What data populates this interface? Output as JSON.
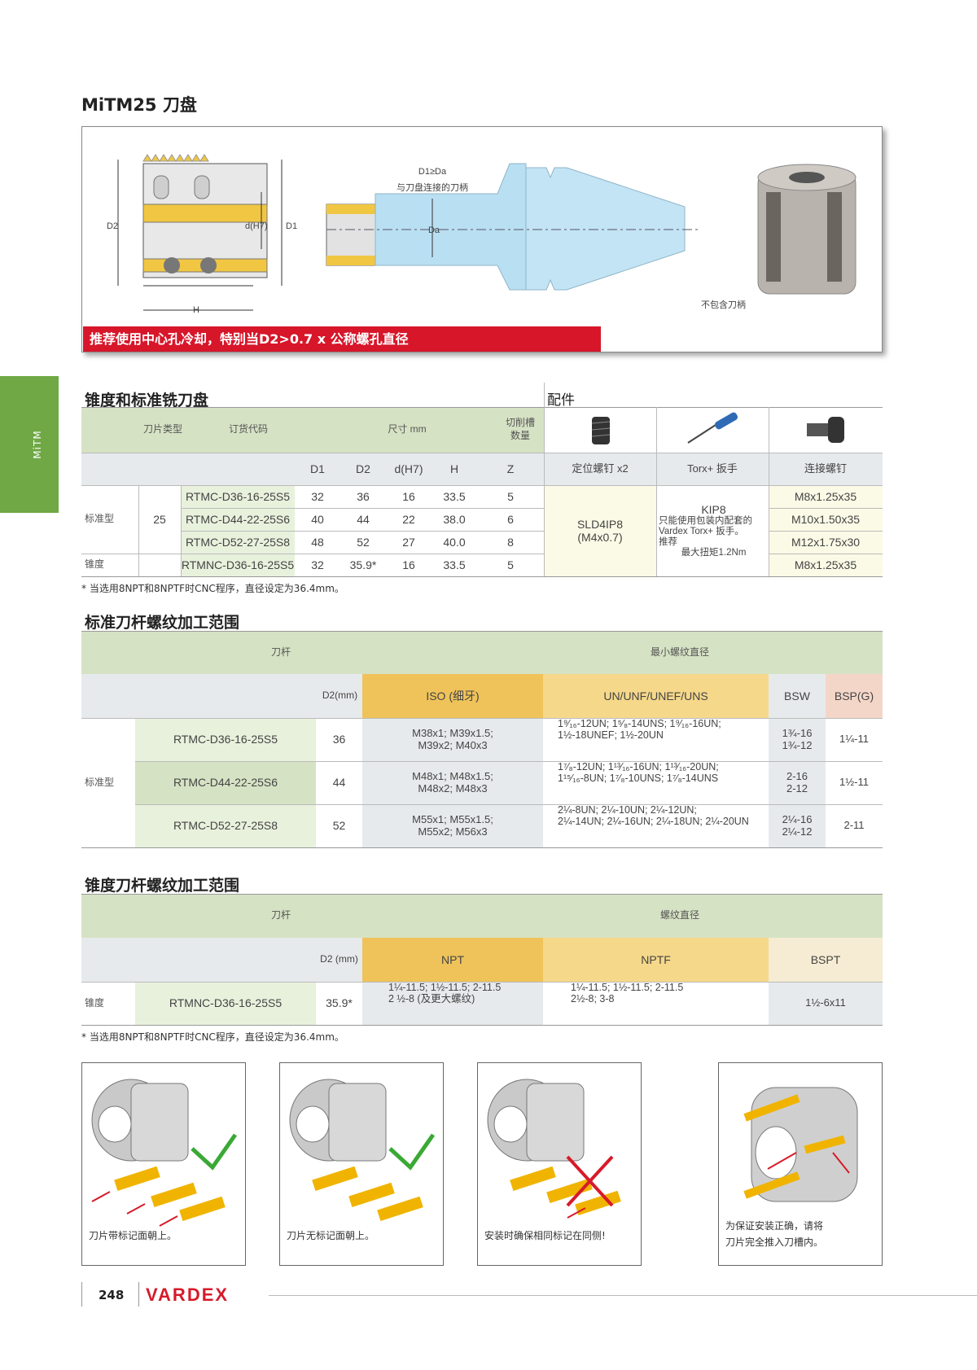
{
  "side_tab": "MiTM",
  "title": "MiTM25 刀盘",
  "diagram": {
    "label_d2": "D2",
    "label_dh7": "d(H7)",
    "label_d1": "D1",
    "label_h": "H",
    "label_d1da": "D1≥Da",
    "label_holder": "与刀盘连接的刀柄",
    "label_da": "Da",
    "label_excl": "不包含刀柄",
    "banner": "推荐使用中心孔冷却，特别当D2>0.7 x 公称螺孔直径"
  },
  "sec1": {
    "title": "锥度和标准铣刀盘",
    "acc_title": "配件",
    "h_insert_type": "刀片类型",
    "h_order": "订货代码",
    "h_dim": "尺寸 mm",
    "h_z1": "切削槽",
    "h_z2": "数量",
    "col_d1": "D1",
    "col_d2": "D2",
    "col_dh7": "d(H7)",
    "col_h": "H",
    "col_z": "Z",
    "acc_col1": "定位螺钉 x2",
    "acc_col2": "Torx+ 扳手",
    "acc_col3": "连接螺钉",
    "type_std": "标准型",
    "type_taper": "锥度",
    "insert": "25",
    "rows": [
      {
        "code": "RTMC-D36-16-25S5",
        "d1": "32",
        "d2": "36",
        "dh7": "16",
        "h": "33.5",
        "z": "5",
        "screw": "M8x1.25x35"
      },
      {
        "code": "RTMC-D44-22-25S6",
        "d1": "40",
        "d2": "44",
        "dh7": "22",
        "h": "38.0",
        "z": "6",
        "screw": "M10x1.50x35"
      },
      {
        "code": "RTMC-D52-27-25S8",
        "d1": "48",
        "d2": "52",
        "dh7": "27",
        "h": "40.0",
        "z": "8",
        "screw": "M12x1.75x30"
      },
      {
        "code": "RTMNC-D36-16-25S5",
        "d1": "32",
        "d2": "35.9*",
        "dh7": "16",
        "h": "33.5",
        "z": "5",
        "screw": "M8x1.25x35"
      }
    ],
    "set_screw": "SLD4IP8",
    "set_screw_sub": "(M4x0.7)",
    "key": "KIP8",
    "key_note1": "只能使用包装内配套的",
    "key_note2": "Vardex Torx+ 扳手。",
    "key_note3": "推荐",
    "key_note4": "最大扭矩1.2Nm",
    "note": "* 当选用8NPT和8NPTF时CNC程序，直径设定为36.4mm。"
  },
  "sec2": {
    "title": "标准刀杆螺纹加工范围",
    "h_holder": "刀杆",
    "h_min": "最小螺纹直径",
    "col_d2": "D2(mm)",
    "col_iso": "ISO (细牙)",
    "col_un": "UN/UNF/UNEF/UNS",
    "col_bsw": "BSW",
    "col_bsp": "BSP(G)",
    "type": "标准型",
    "rows": [
      {
        "code": "RTMC-D36-16-25S5",
        "d2": "36",
        "iso1": "M38x1; M39x1.5;",
        "iso2": "M39x2; M40x3",
        "un1": "1⁹⁄₁₆-12UN; 1⁵⁄₈-14UNS; 1⁹⁄₁₆-16UN;",
        "un2": "1½-18UNEF; 1½-20UN",
        "bsw1": "1¾-16",
        "bsw2": "1¾-12",
        "bsp": "1¼-11"
      },
      {
        "code": "RTMC-D44-22-25S6",
        "d2": "44",
        "iso1": "M48x1; M48x1.5;",
        "iso2": "M48x2; M48x3",
        "un1": "1⁷⁄₈-12UN; 1¹³⁄₁₆-16UN; 1¹³⁄₁₆-20UN;",
        "un2": "1¹⁵⁄₁₆-8UN; 1⁷⁄₈-10UNS; 1⁷⁄₈-14UNS",
        "bsw1": "2-16",
        "bsw2": "2-12",
        "bsp": "1½-11"
      },
      {
        "code": "RTMC-D52-27-25S8",
        "d2": "52",
        "iso1": "M55x1; M55x1.5;",
        "iso2": "M55x2; M56x3",
        "un1": "2¼-8UN;    2¼-10UN; 2¼-12UN;",
        "un2": "2¼-14UN;   2¼-16UN; 2¼-18UN; 2¼-20UN",
        "bsw1": "2¼-16",
        "bsw2": "2¼-12",
        "bsp": "2-11"
      }
    ]
  },
  "sec3": {
    "title": "锥度刀杆螺纹加工范围",
    "h_holder": "刀杆",
    "h_thread": "螺纹直径",
    "col_d2": "D2 (mm)",
    "col_npt": "NPT",
    "col_nptf": "NPTF",
    "col_bspt": "BSPT",
    "type": "锥度",
    "code": "RTMNC-D36-16-25S5",
    "d2": "35.9*",
    "npt1": "1¼-11.5;       1½-11.5; 2-11.5",
    "npt2": "2 ½-8 (及更大螺纹)",
    "nptf1": "1¼-11.5;       1½-11.5; 2-11.5",
    "nptf2": "2½-8; 3-8",
    "bspt": "1½-6x11",
    "note": "* 当选用8NPT和8NPTF时CNC程序，直径设定为36.4mm。"
  },
  "panels": {
    "p1": "刀片带标记面朝上。",
    "p2": "刀片无标记面朝上。",
    "p3": "安装时确保相同标记在同侧!",
    "p4a": "为保证安装正确，请将",
    "p4b": "刀片完全推入刀槽内。"
  },
  "footer": {
    "page": "248",
    "logo": "VARDEX"
  },
  "colors": {
    "brand_red": "#d71a2a",
    "side_green": "#6fa844",
    "header_green": "#d6e2c4",
    "iso_orange": "#efc35a",
    "un_orange": "#f5d88a"
  }
}
